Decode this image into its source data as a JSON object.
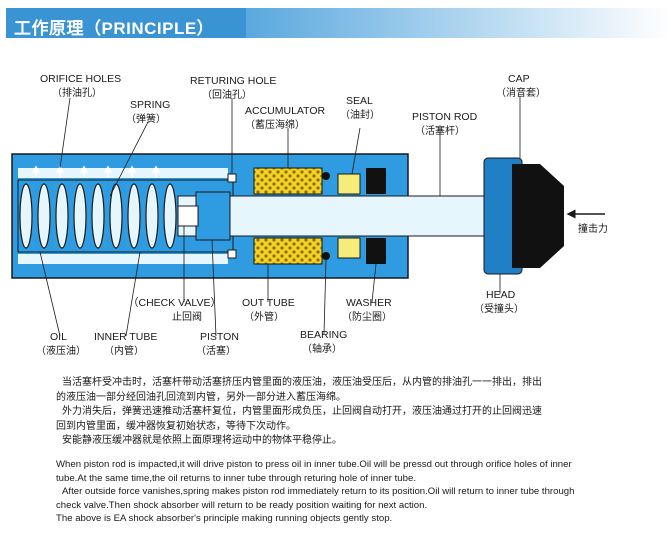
{
  "header": {
    "title": "工作原理（PRINCIPLE）"
  },
  "labels": {
    "orifice_holes": {
      "en": "ORIFICE HOLES",
      "cn": "（排油孔）"
    },
    "spring": {
      "en": "SPRING",
      "cn": "（弹簧）"
    },
    "returning_hole": {
      "en": "RETURING HOLE",
      "cn": "（回油孔）"
    },
    "accumulator": {
      "en": "ACCUMULATOR",
      "cn": "（蓄压海绵）"
    },
    "seal": {
      "en": "SEAL",
      "cn": "（油封）"
    },
    "piston_rod": {
      "en": "PISTON ROD",
      "cn": "（活塞杆）"
    },
    "cap": {
      "en": "CAP",
      "cn": "（消音套）"
    },
    "impact_force": {
      "cn": "撞击力"
    },
    "check_valve": {
      "en": "（CHECK VALVE）",
      "cn": "止回阀"
    },
    "out_tube": {
      "en": "OUT TUBE",
      "cn": "（外管）"
    },
    "washer": {
      "en": "WASHER",
      "cn": "（防尘圈）"
    },
    "head": {
      "en": "HEAD",
      "cn": "（受撞头）"
    },
    "oil": {
      "en": "OIL",
      "cn": "（液压油）"
    },
    "inner_tube": {
      "en": "INNER TUBE",
      "cn": "（内管）"
    },
    "piston": {
      "en": "PISTON",
      "cn": "（活塞）"
    },
    "bearing": {
      "en": "BEARING",
      "cn": "（轴承）"
    }
  },
  "description_cn": [
    "当活塞杆受冲击时，活塞杆带动活塞挤压内管里面的液压油，液压油受压后，从内管的排油孔一一排出，排出",
    "的液压油一部分经回油孔回流到内管，另外一部分进入蓄压海绵。",
    "外力消失后，弹簧迅速推动活塞杆复位，内管里面形成负压，止回阀自动打开，液压油通过打开的止回阀迅速",
    "回到内管里面，缓冲器恢复初始状态，等待下次动作。",
    "安能静液压缓冲器就是依照上面原理将运动中的物体平稳停止。"
  ],
  "description_en": [
    "When piston rod is impacted,it will drive piston to press oil in inner tube.Oil will be pressd out through orifice holes of inner",
    "tube.At the same time,the oil returns to inner tube through returing hole of inner tube.",
    "After outside force vanishes,spring makes piston rod immediately return to its position.Oil will return to inner tube through",
    "check valve.Then shock absorber will return to be ready position waiting for next action.",
    "The above is EA shock absorber's principle making running objects gently stop."
  ],
  "colors": {
    "header": "#3a93d3",
    "body_outline": "#1a1a1a",
    "oil_blue": "#2f9be0",
    "tube_light": "#e6f6fd",
    "accumulator_yellow": "#f5d21e",
    "head_blue": "#1f80c6",
    "cap_black": "#111111"
  }
}
